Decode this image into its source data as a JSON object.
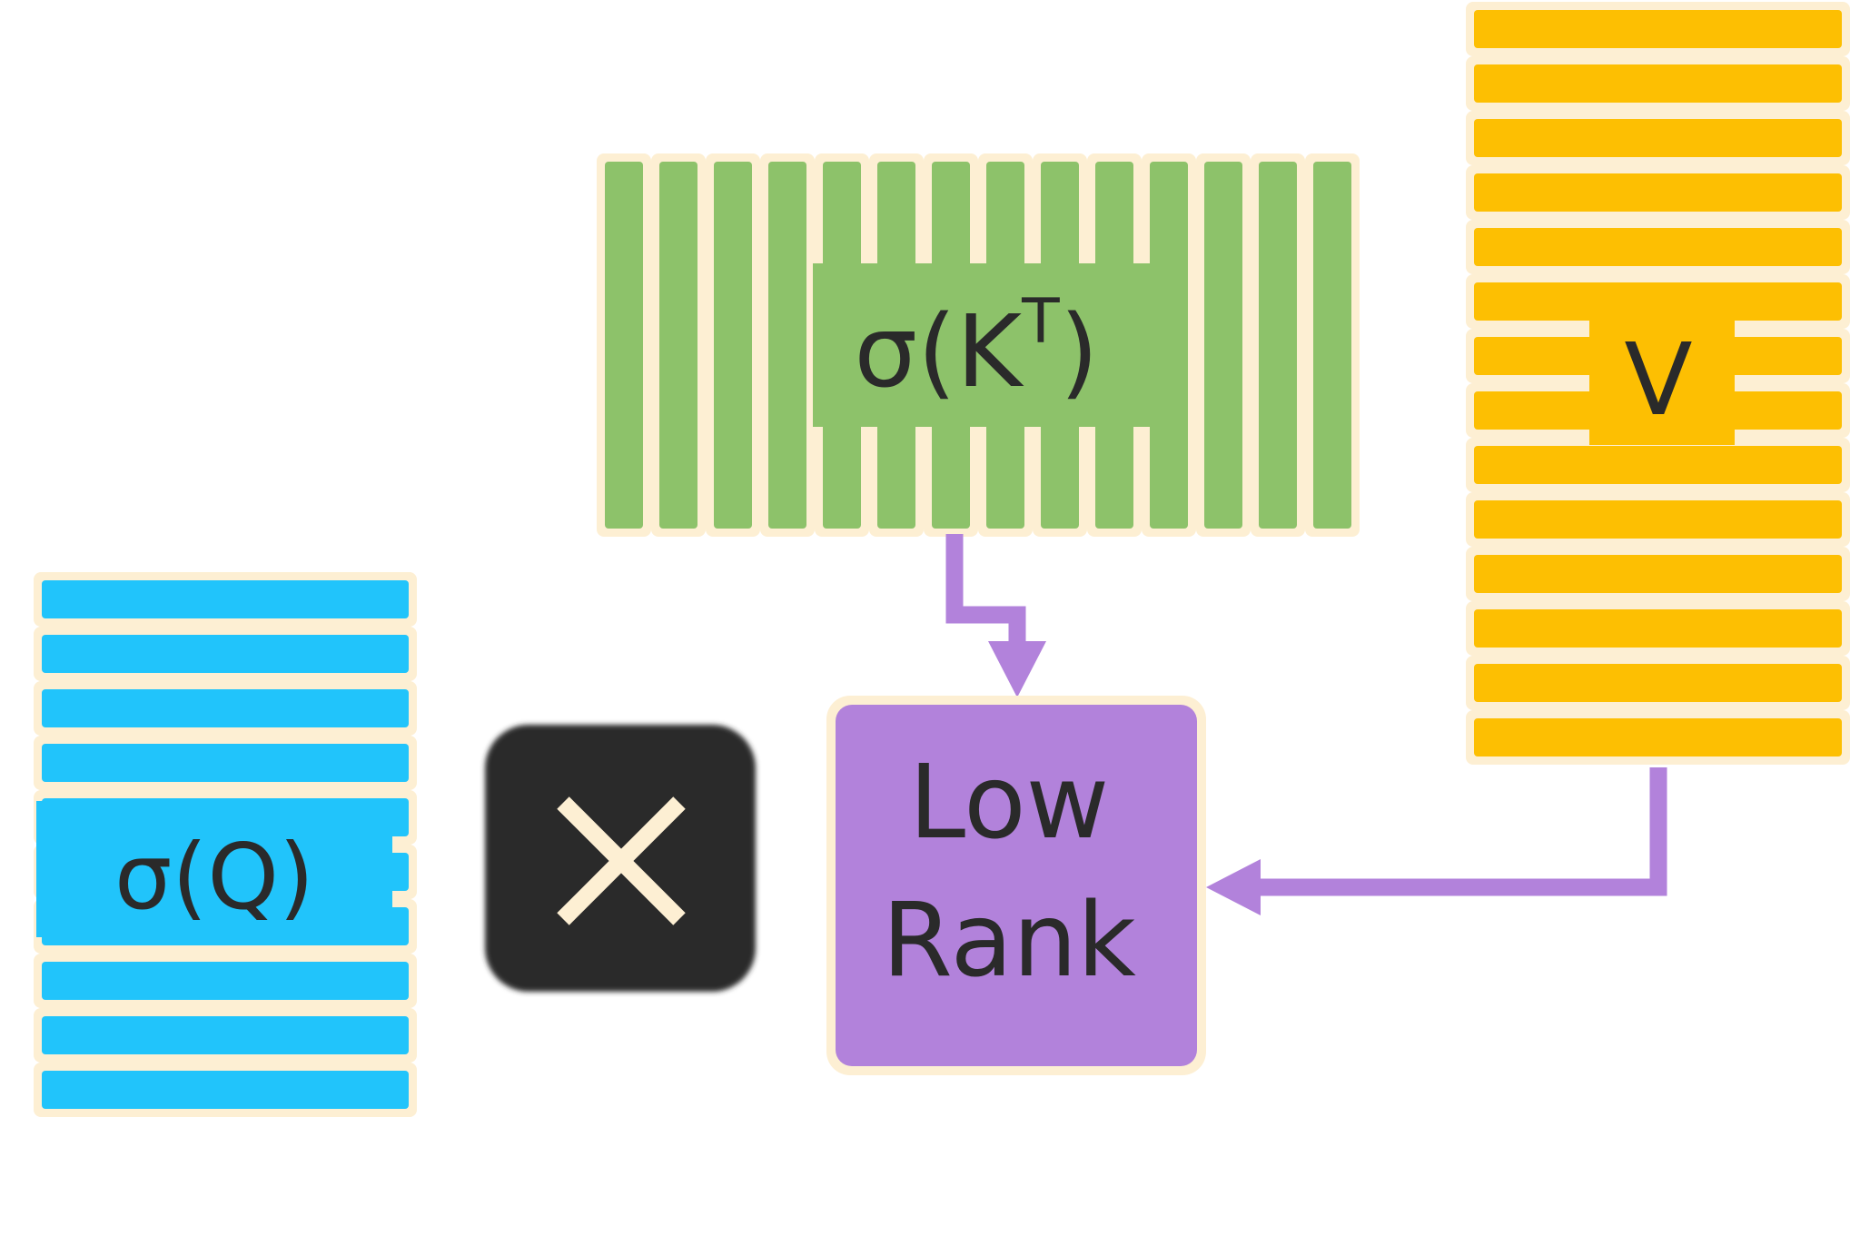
{
  "matrices": {
    "q": {
      "label": "σ(Q)",
      "color": "#21c4fb",
      "rows": 10
    },
    "k": {
      "label_base": "σ(K",
      "label_sup": "T",
      "label_close": ")",
      "color": "#8dc26a",
      "cols": 14
    },
    "v": {
      "label": "V",
      "color": "#fdbf02",
      "rows": 14
    }
  },
  "operator": {
    "symbol": "multiply-icon",
    "color": "#2a2a2a",
    "glyph_color": "#fdefd3"
  },
  "low_rank": {
    "line1": "Low",
    "line2": "Rank",
    "color": "#b282db"
  },
  "colors": {
    "border": "#fdefd3",
    "arrow": "#b282db",
    "text": "#2a2a2a"
  }
}
